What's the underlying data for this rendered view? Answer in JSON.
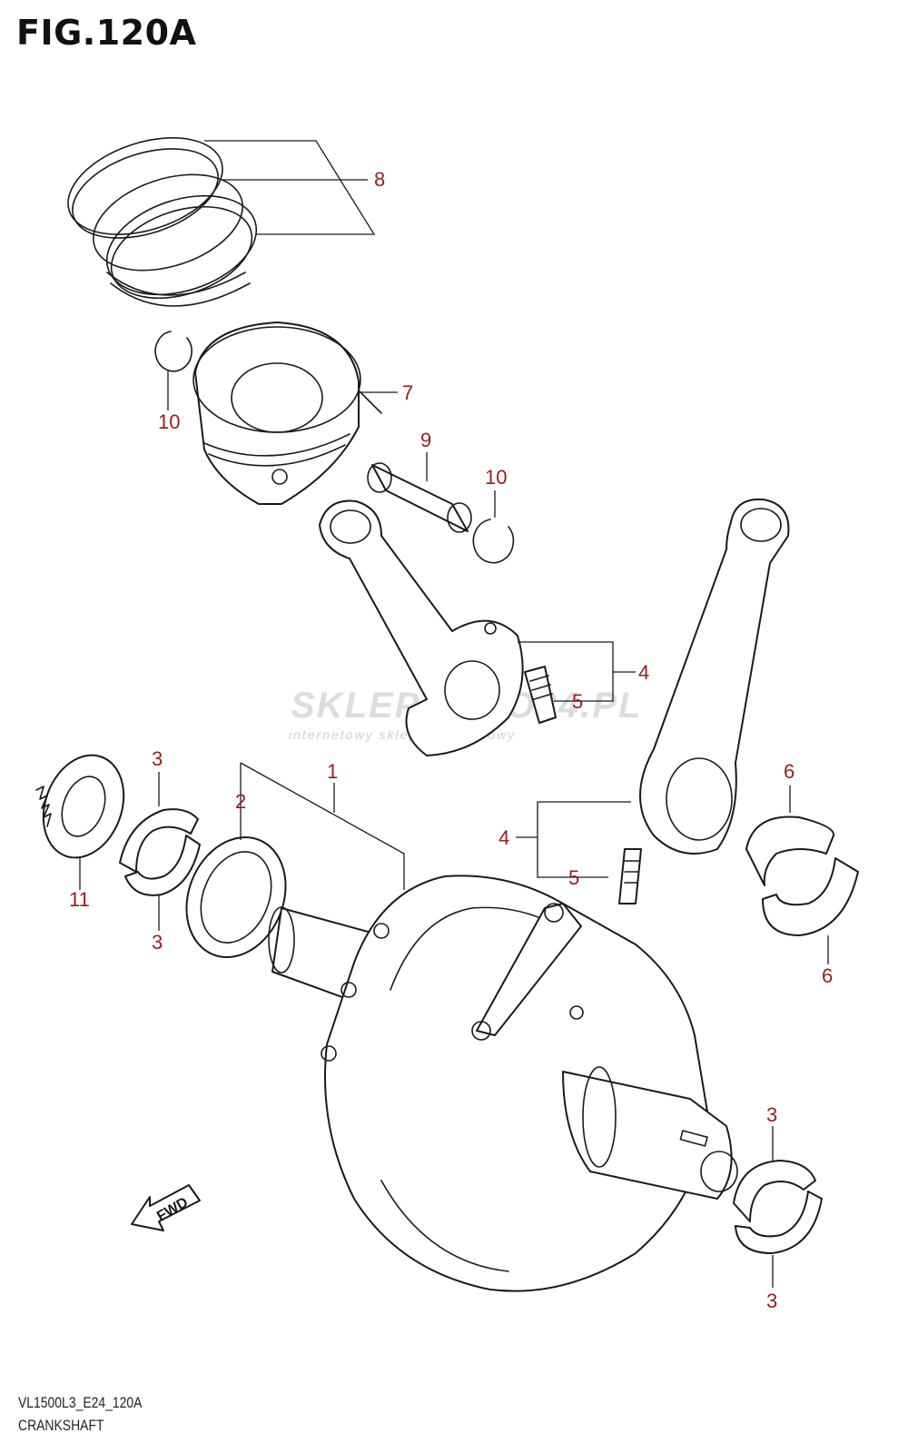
{
  "figure": {
    "title": "FIG.120A"
  },
  "footer": {
    "model_code": "VL1500L3_E24_120A",
    "section_name": "CRANKSHAFT"
  },
  "fwd_label": "FWD",
  "watermark": {
    "brand": "SKLEPMOTO24.PL",
    "tagline": "internetowy sklep motocyklowy"
  },
  "callouts": [
    {
      "id": "c8",
      "label": "8"
    },
    {
      "id": "c7",
      "label": "7"
    },
    {
      "id": "c10a",
      "label": "10"
    },
    {
      "id": "c9",
      "label": "9"
    },
    {
      "id": "c10b",
      "label": "10"
    },
    {
      "id": "c4a",
      "label": "4"
    },
    {
      "id": "c5a",
      "label": "5"
    },
    {
      "id": "c1",
      "label": "1"
    },
    {
      "id": "c2",
      "label": "2"
    },
    {
      "id": "c3a",
      "label": "3"
    },
    {
      "id": "c3b",
      "label": "3"
    },
    {
      "id": "c11",
      "label": "11"
    },
    {
      "id": "c6a",
      "label": "6"
    },
    {
      "id": "c6b",
      "label": "6"
    },
    {
      "id": "c4b",
      "label": "4"
    },
    {
      "id": "c5b",
      "label": "5"
    },
    {
      "id": "c3c",
      "label": "3"
    },
    {
      "id": "c3d",
      "label": "3"
    }
  ],
  "colors": {
    "callout": "#9b1b1b",
    "line": "#1a1a1a",
    "watermark_accent": "#e04040"
  }
}
